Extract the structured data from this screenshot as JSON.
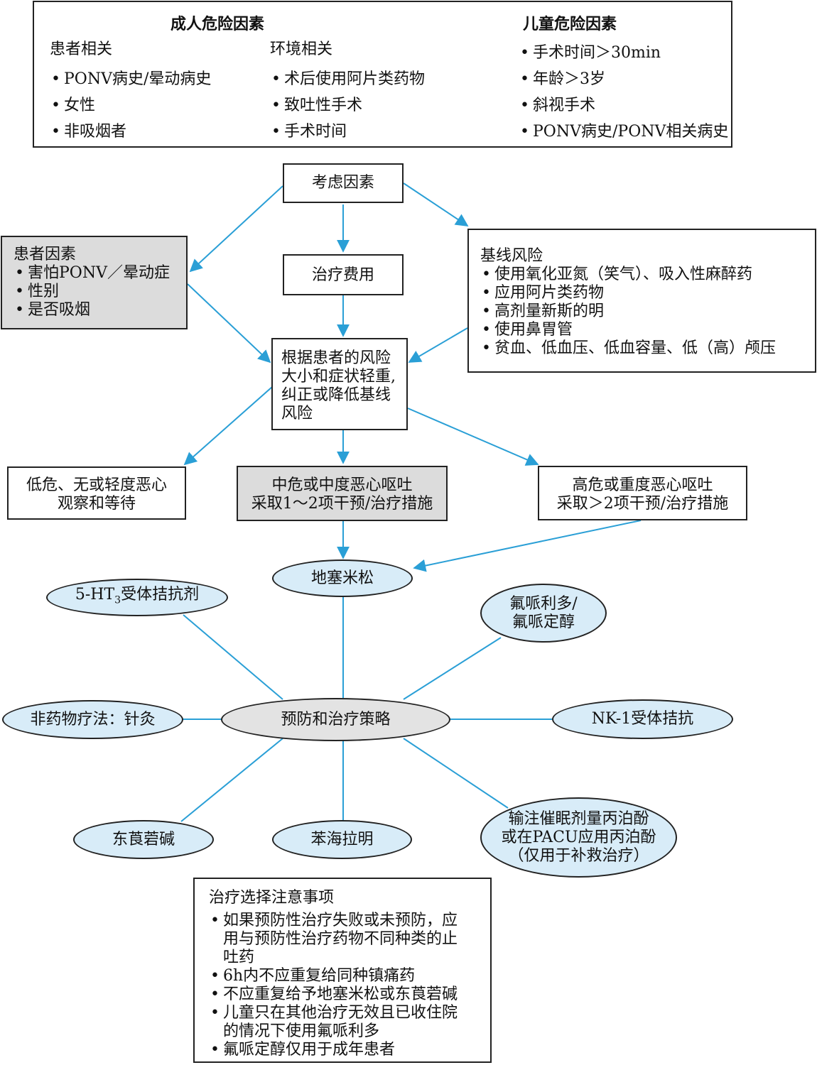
{
  "risk_factors": {
    "adult_title": "成人危险因素",
    "patient_title": "患者相关",
    "patient_items": [
      "PONV病史/晕动病史",
      "女性",
      "非吸烟者"
    ],
    "environment_title": "环境相关",
    "environment_items": [
      "术后使用阿片类药物",
      "致吐性手术",
      "手术时间"
    ],
    "child_title": "儿童危险因素",
    "child_items": [
      "手术时间＞30min",
      "年龄＞3岁",
      "斜视手术",
      "PONV病史/PONV相关病史"
    ]
  },
  "flow": {
    "consider": "考虑因素",
    "cost": "治疗费用",
    "patient_factors_title": "患者因素",
    "patient_factors_items": [
      "害怕PONV／晕动症",
      "性别",
      "是否吸烟"
    ],
    "baseline_title": "基线风险",
    "baseline_items": [
      "使用氧化亚氮（笑气）、吸入性麻醉药",
      "应用阿片类药物",
      "高剂量新斯的明",
      "使用鼻胃管",
      "贫血、低血压、低血容量、低（高）颅压"
    ],
    "center_lines": [
      "根据患者的风险",
      "大小和症状轻重,",
      "纠正或降低基线",
      "风险"
    ],
    "low_lines": [
      "低危、无或轻度恶心",
      "观察和等待"
    ],
    "mid_lines": [
      "中危或中度恶心呕吐",
      "采取1～2项干预/治疗措施"
    ],
    "high_lines": [
      "高危或重度恶心呕吐",
      "采取＞2项干预/治疗措施"
    ]
  },
  "strategy": {
    "center": "预防和治疗策略",
    "dexamethasone": "地塞米松",
    "ht3_prefix": "5-HT",
    "ht3_sub": "3",
    "ht3_suffix": "受体拮抗剂",
    "droperidol_lines": [
      "氟哌利多/",
      "氟哌定醇"
    ],
    "acupuncture": "非药物疗法：针灸",
    "nk1": "NK-1受体拮抗",
    "scopolamine": "东莨菪碱",
    "dimenhydrinate": "苯海拉明",
    "propofol_lines": [
      "输注催眠剂量丙泊酚",
      "或在PACU应用丙泊酚",
      "（仅用于补救治疗）"
    ]
  },
  "notes": {
    "title": "治疗选择注意事项",
    "items": [
      [
        "如果预防性治疗失败或未预防，应",
        "用与预防性治疗药物不同种类的止",
        "吐药"
      ],
      [
        "6h内不应重复给同种镇痛药"
      ],
      [
        "不应重复给予地塞米松或东莨菪碱"
      ],
      [
        "儿童只在其他治疗无效且已收住院",
        "的情况下使用氟哌利多"
      ],
      [
        "氟哌定醇仅用于成年患者"
      ]
    ]
  },
  "colors": {
    "arrow": "#2a9fd6",
    "ellipse_fill": "#d8ecf8",
    "gray_fill": "#dcdcdc"
  }
}
